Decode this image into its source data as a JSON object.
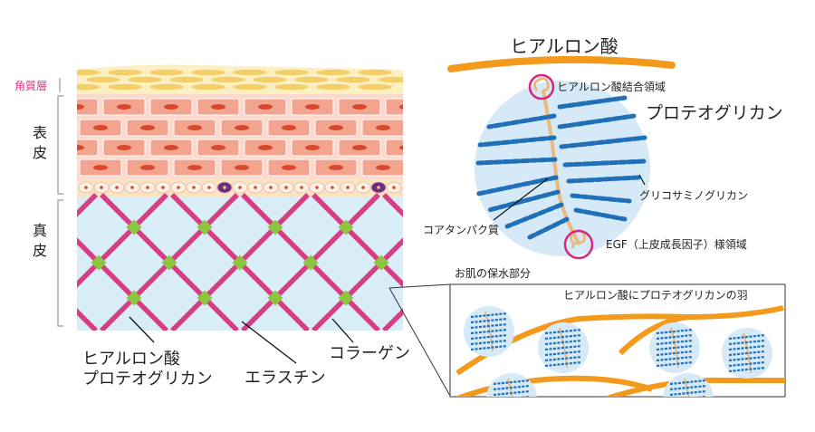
{
  "labels": {
    "stratum_corneum": "角質層",
    "epidermis": "表皮",
    "dermis": "真皮",
    "ha_pg_line1": "ヒアルロン酸",
    "ha_pg_line2": "プロテオグリカン",
    "elastin": "エラスチン",
    "collagen": "コラーゲン",
    "hyaluronic_acid": "ヒアルロン酸",
    "ha_binding_region": "ヒアルロン酸結合領域",
    "proteoglycan": "プロテオグリカン",
    "glycosaminoglycan": "グリコサミノグリカン",
    "core_protein": "コアタンパク質",
    "egf_region": "EGF（上皮成長因子）様領域",
    "skin_moisture": "お肌の保水部分",
    "inset_title": "ヒアルロン酸にプロテオグリカンの羽"
  },
  "colors": {
    "stratum_corneum_bg": "#fcefc2",
    "corneum_cell": "#f3cf6a",
    "epidermis_bg": "#fbd9cc",
    "epidermis_cell": "#f2a48e",
    "nucleus": "#d6492f",
    "basal_cell": "#fdf1e4",
    "melanocyte": "#6b2d83",
    "dermis_bg": "#d9edf8",
    "dermis_fill": "#fdf4d8",
    "collagen": "#d63e83",
    "elastin_node": "#8cc63f",
    "hyaluronic_acid": "#f39a1c",
    "proteoglycan_bg": "#d6e9f6",
    "gag": "#1f6fb9",
    "core_protein": "#e9b97e",
    "ring": "#d6287f",
    "corneum_label": "#e2348b",
    "inset_border": "#555555"
  }
}
